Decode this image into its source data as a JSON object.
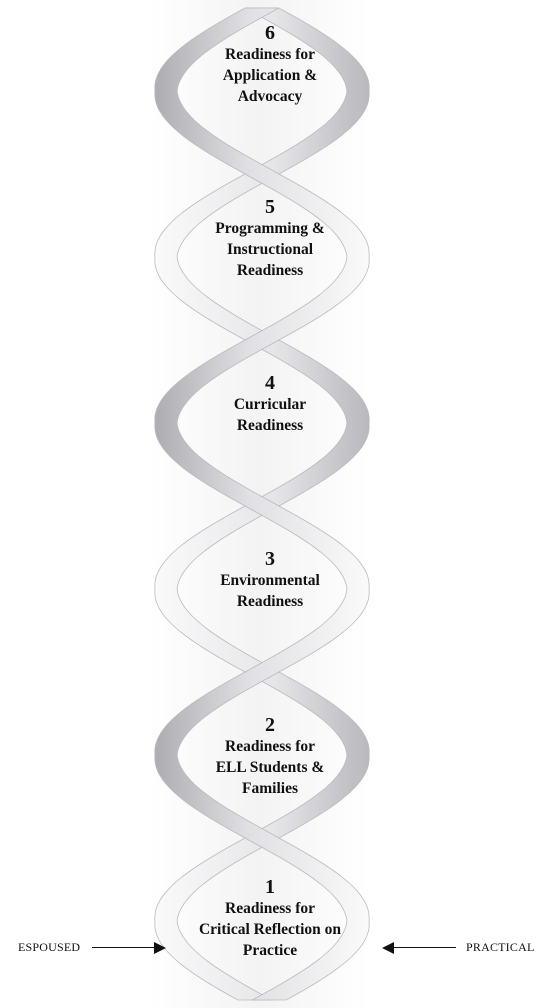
{
  "levels": [
    {
      "number": "6",
      "lines": [
        "Readiness for",
        "Application &",
        "Advocacy"
      ]
    },
    {
      "number": "5",
      "lines": [
        "Programming &",
        "Instructional",
        "Readiness"
      ]
    },
    {
      "number": "4",
      "lines": [
        "Curricular",
        "Readiness"
      ]
    },
    {
      "number": "3",
      "lines": [
        "Environmental",
        "Readiness"
      ]
    },
    {
      "number": "2",
      "lines": [
        "Readiness for",
        "ELL Students &",
        "Families"
      ]
    },
    {
      "number": "1",
      "lines": [
        "Readiness for",
        "Critical Reflection on",
        "Practice"
      ]
    }
  ],
  "labels": {
    "left": "ESPOUSED",
    "right": "PRACTICAL"
  },
  "colors": {
    "ribbon_light": "#f4f4f6",
    "ribbon_mid": "#d9d9dd",
    "ribbon_dark": "#a9a9ae",
    "ribbon_edge": "#b8b8bd",
    "background_strip": "#f2f2f2",
    "text": "#111111"
  }
}
